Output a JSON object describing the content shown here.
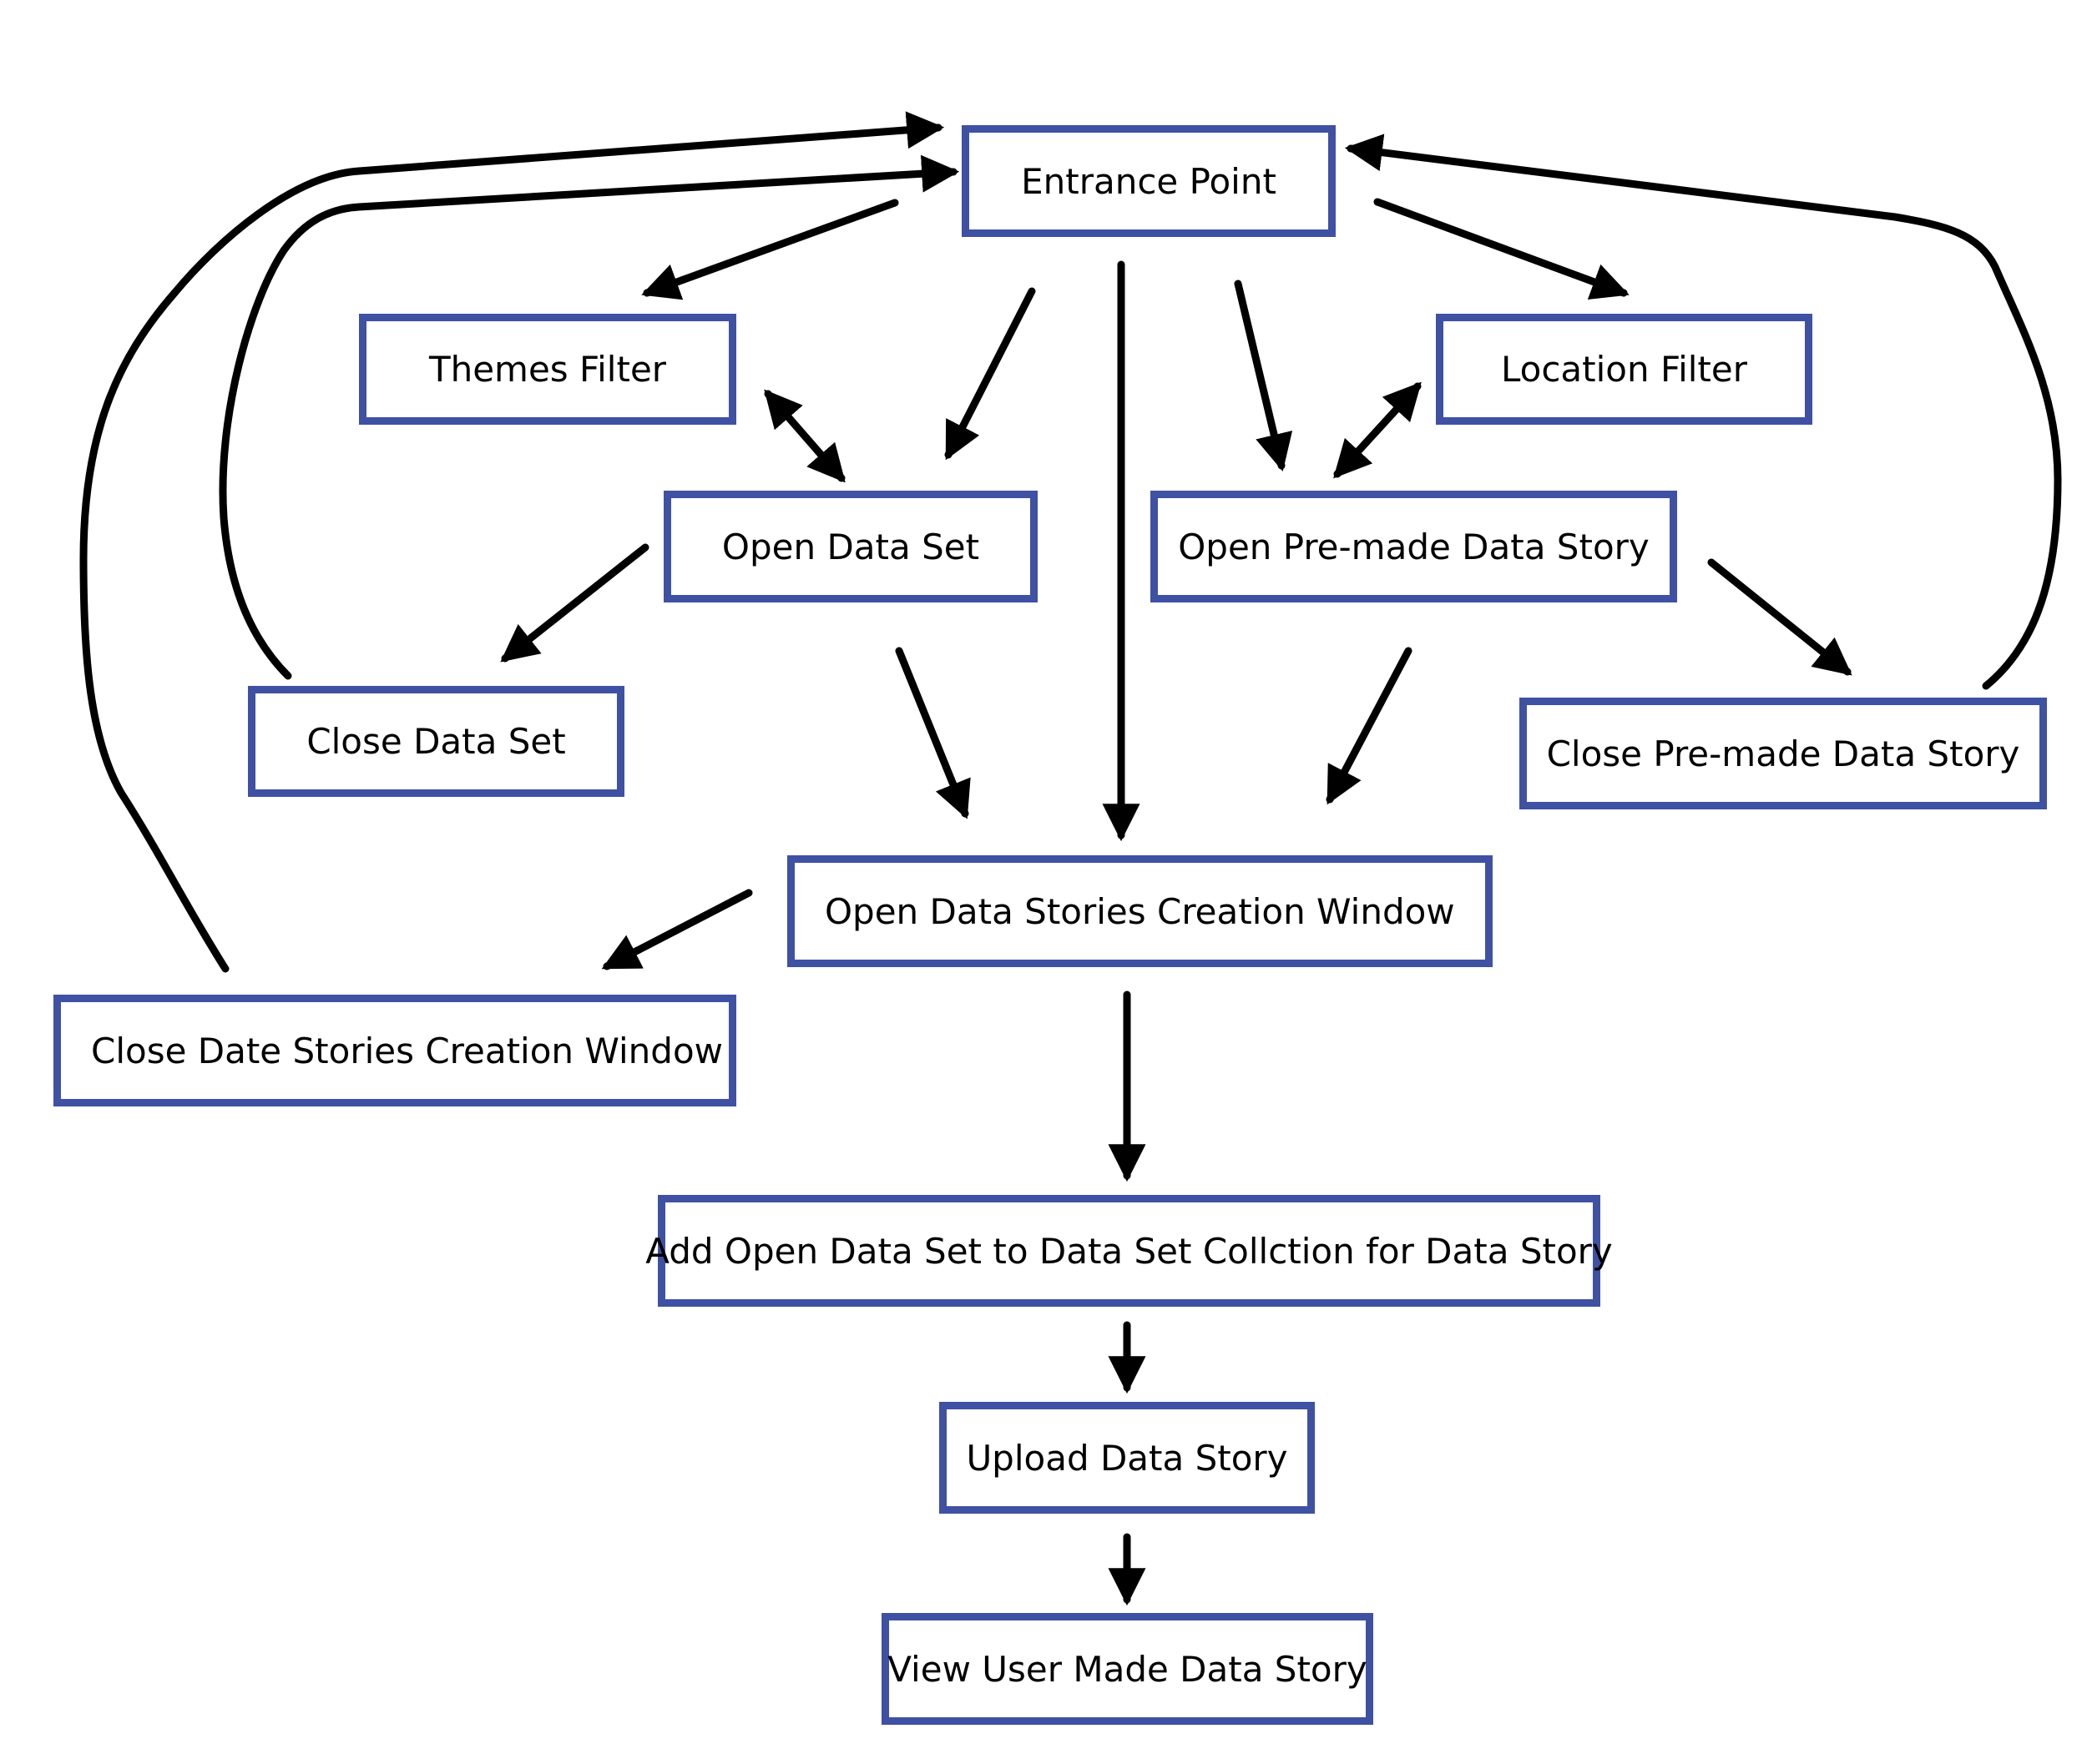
{
  "diagram": {
    "colors": {
      "box_border": "#3f51a3",
      "arrow": "#000000",
      "background": "#ffffff"
    },
    "nodes": {
      "entrance_point": "Entrance Point",
      "themes_filter": "Themes Filter",
      "location_filter": "Location Filter",
      "open_data_set": "Open Data Set",
      "open_premade_data_story": "Open Pre-made Data Story",
      "close_data_set": "Close Data Set",
      "close_premade_data_story": "Close Pre-made Data Story",
      "open_data_stories_creation_window": "Open Data Stories Creation Window",
      "close_date_stories_creation_window": "Close Date Stories Creation Window",
      "add_open_data_set": "Add Open Data Set to Data Set Collction for Data Story",
      "upload_data_story": "Upload Data Story",
      "view_user_made_data_story": "View User Made Data Story"
    }
  }
}
